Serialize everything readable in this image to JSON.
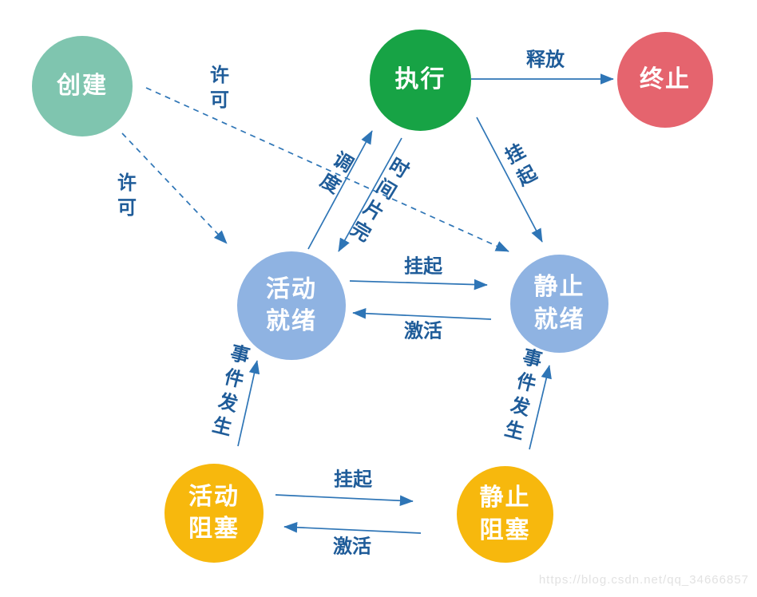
{
  "diagram": {
    "background": "#ffffff",
    "colors": {
      "arrow": "#2E75B6",
      "edge_label": "#1F5C99",
      "node_text": "#FFFFFF",
      "watermark": "#E2E2E2"
    },
    "nodes": [
      {
        "id": "create",
        "lines": [
          "创建",
          ""
        ],
        "color": "#7FC5AF"
      },
      {
        "id": "running",
        "lines": [
          "执行",
          ""
        ],
        "color": "#17A345"
      },
      {
        "id": "terminated",
        "lines": [
          "终止",
          ""
        ],
        "color": "#E5646E"
      },
      {
        "id": "active-ready",
        "lines": [
          "活动",
          "就绪"
        ],
        "color": "#8FB3E2"
      },
      {
        "id": "static-ready",
        "lines": [
          "静止",
          "就绪"
        ],
        "color": "#8FB3E2"
      },
      {
        "id": "active-blocked",
        "lines": [
          "活动",
          "阻塞"
        ],
        "color": "#F7B80D"
      },
      {
        "id": "static-blocked",
        "lines": [
          "静止",
          "阻塞"
        ],
        "color": "#F7B80D"
      }
    ],
    "edges": [
      {
        "from": "创建",
        "to": "静止就绪",
        "label": "许可",
        "style": "dashed"
      },
      {
        "from": "创建",
        "to": "活动就绪",
        "label": "许可",
        "style": "dashed"
      },
      {
        "from": "执行",
        "to": "终止",
        "label": "释放",
        "style": "solid"
      },
      {
        "from": "活动就绪",
        "to": "执行",
        "label": "调度",
        "style": "solid"
      },
      {
        "from": "执行",
        "to": "活动就绪",
        "label": "时间片完",
        "style": "solid"
      },
      {
        "from": "执行",
        "to": "静止就绪",
        "label": "挂起",
        "style": "solid"
      },
      {
        "from": "活动就绪",
        "to": "静止就绪",
        "label": "挂起",
        "style": "solid"
      },
      {
        "from": "静止就绪",
        "to": "活动就绪",
        "label": "激活",
        "style": "solid"
      },
      {
        "from": "活动阻塞",
        "to": "活动就绪",
        "label": "事件发生",
        "style": "solid"
      },
      {
        "from": "静止阻塞",
        "to": "静止就绪",
        "label": "事件发生",
        "style": "solid"
      },
      {
        "from": "活动阻塞",
        "to": "静止阻塞",
        "label": "挂起",
        "style": "solid"
      },
      {
        "from": "静止阻塞",
        "to": "活动阻塞",
        "label": "激活",
        "style": "solid"
      }
    ],
    "watermark": "https://blog.csdn.net/qq_34666857"
  }
}
